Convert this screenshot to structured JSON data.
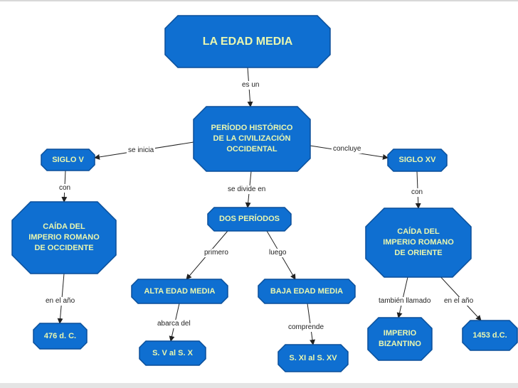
{
  "colors": {
    "node_fill": "#0f6fd1",
    "node_stroke": "#0a4f9a",
    "node_text": "#e9f7b0",
    "edge": "#222222"
  },
  "nodes": {
    "edad_media": "LA EDAD MEDIA",
    "periodo": "PERÍODO HISTÓRICO\nDE LA CIVILIZACIÓN\nOCCIDENTAL",
    "siglo_v": "SIGLO V",
    "siglo_xv": "SIGLO XV",
    "caida_occ": "CAÍDA DEL\nIMPERIO ROMANO\nDE OCCIDENTE",
    "dos_periodos": "DOS PERÍODOS",
    "caida_ori": "CAÍDA DEL\nIMPERIO ROMANO\nDE ORIENTE",
    "alta": "ALTA EDAD MEDIA",
    "baja": "BAJA EDAD MEDIA",
    "fecha_476": "476 d. C.",
    "sv_sx": "S. V al S. X",
    "sxi_sxv": "S. XI al S. XV",
    "bizantino": "IMPERIO\nBIZANTINO",
    "fecha_1453": "1453 d.C."
  },
  "edge_labels": {
    "es_un": "es un",
    "se_inicia": "se inicia",
    "concluye": "concluye",
    "se_divide_en": "se divide en",
    "con_left": "con",
    "con_right": "con",
    "primero": "primero",
    "luego": "luego",
    "en_el_ano_left": "en el año",
    "abarca_del": "abarca del",
    "comprende": "comprende",
    "tambien_llamado": "también llamado",
    "en_el_ano_right": "en el año"
  }
}
